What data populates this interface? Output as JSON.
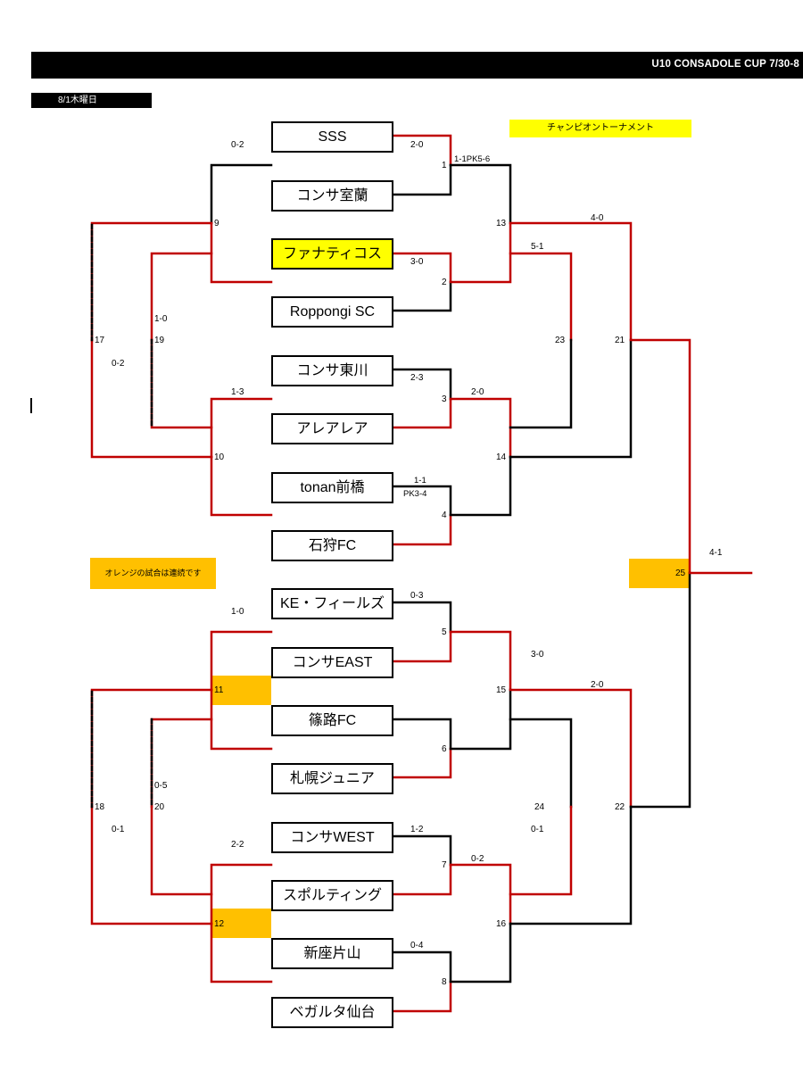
{
  "header": {
    "title": "U10 CONSADOLE CUP 7/30-8"
  },
  "date_label": "8/1木曜日",
  "tournament_label": "チャンピオントーナメント",
  "orange_note": "オレンジの試合は連続です",
  "colors": {
    "win_line": "#c00000",
    "lose_line": "#000000",
    "orange": "#ffc000",
    "highlight": "#ffff00",
    "header_bg": "#000000"
  },
  "teams": [
    "SSS",
    "コンサ室蘭",
    "ファナティコス",
    "Roppongi SC",
    "コンサ東川",
    "アレアレア",
    "tonan前橋",
    "石狩FC",
    "KE・フィールズ",
    "コンサEAST",
    "篠路FC",
    "札幌ジュニア",
    "コンサWEST",
    "スポルティング",
    "新座片山",
    "ベガルタ仙台"
  ],
  "match_numbers": {
    "m1": "1",
    "m2": "2",
    "m3": "3",
    "m4": "4",
    "m5": "5",
    "m6": "6",
    "m7": "7",
    "m8": "8",
    "m9": "9",
    "m10": "10",
    "m11": "11",
    "m12": "12",
    "m13": "13",
    "m14": "14",
    "m15": "15",
    "m16": "16",
    "m17": "17",
    "m18": "18",
    "m19": "19",
    "m20": "20",
    "m21": "21",
    "m22": "22",
    "m23": "23",
    "m24": "24",
    "m25": "25"
  },
  "scores": {
    "m1": "2-0",
    "m1_pk": "1-1PK5-6",
    "m2": "3-0",
    "m3": "2-3",
    "m4": "1-1",
    "m4_pk": "PK3-4",
    "m5": "0-3",
    "m6": "",
    "m7": "1-2",
    "m8": "0-4",
    "m9": "0-2",
    "m10": "1-3",
    "m11": "1-0",
    "m12": "2-2",
    "m13": "4-0",
    "m13_semi": "5-1",
    "m14": "2-0",
    "m15": "3-0",
    "m15_out": "2-0",
    "m16": "0-2",
    "m17": "0-2",
    "m18": "0-1",
    "m19": "1-0",
    "m20": "0-5",
    "m24": "0-1",
    "m25": "4-1"
  }
}
